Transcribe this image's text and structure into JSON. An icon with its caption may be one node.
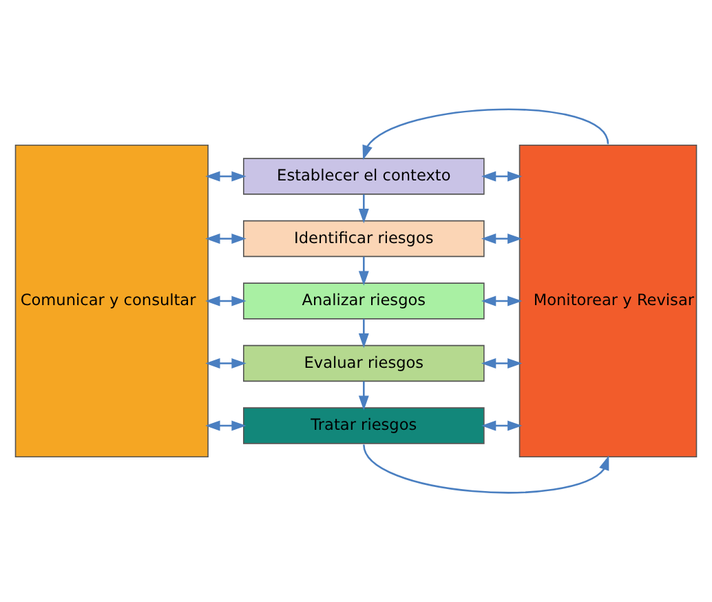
{
  "diagram": {
    "nodes": [
      {
        "text": [
          "Comunicar y consultar"
        ]
      },
      {
        "text": [
          "Establecer el contexto"
        ]
      },
      {
        "text": [
          "Identificar riesgos"
        ]
      },
      {
        "text": [
          "Analizar riesgos"
        ]
      },
      {
        "text": [
          "Evaluar riesgos"
        ]
      },
      {
        "text": [
          "Tratar riesgos"
        ]
      },
      {
        "text": [
          "Monitorear y Revisar"
        ]
      }
    ],
    "edges": [
      {
        "from": 1,
        "to": 2,
        "arrow": "to"
      },
      {
        "from": 2,
        "to": 3,
        "arrow": "to"
      },
      {
        "from": 3,
        "to": 4,
        "arrow": "to"
      },
      {
        "from": 4,
        "to": 5,
        "arrow": "to"
      },
      {
        "from": 0,
        "to": 1,
        "arrow": "both"
      },
      {
        "from": 0,
        "to": 2,
        "arrow": "both"
      },
      {
        "from": 0,
        "to": 3,
        "arrow": "both"
      },
      {
        "from": 0,
        "to": 4,
        "arrow": "both"
      },
      {
        "from": 0,
        "to": 5,
        "arrow": "both"
      },
      {
        "from": 1,
        "to": 6,
        "arrow": "both"
      },
      {
        "from": 2,
        "to": 6,
        "arrow": "both"
      },
      {
        "from": 3,
        "to": 6,
        "arrow": "both"
      },
      {
        "from": 4,
        "to": 6,
        "arrow": "both"
      },
      {
        "from": 5,
        "to": 6,
        "arrow": "both"
      },
      {
        "from": 6,
        "to": 1,
        "arrow": "to"
      },
      {
        "from": 5,
        "to": 6,
        "arrow": "to"
      }
    ]
  }
}
